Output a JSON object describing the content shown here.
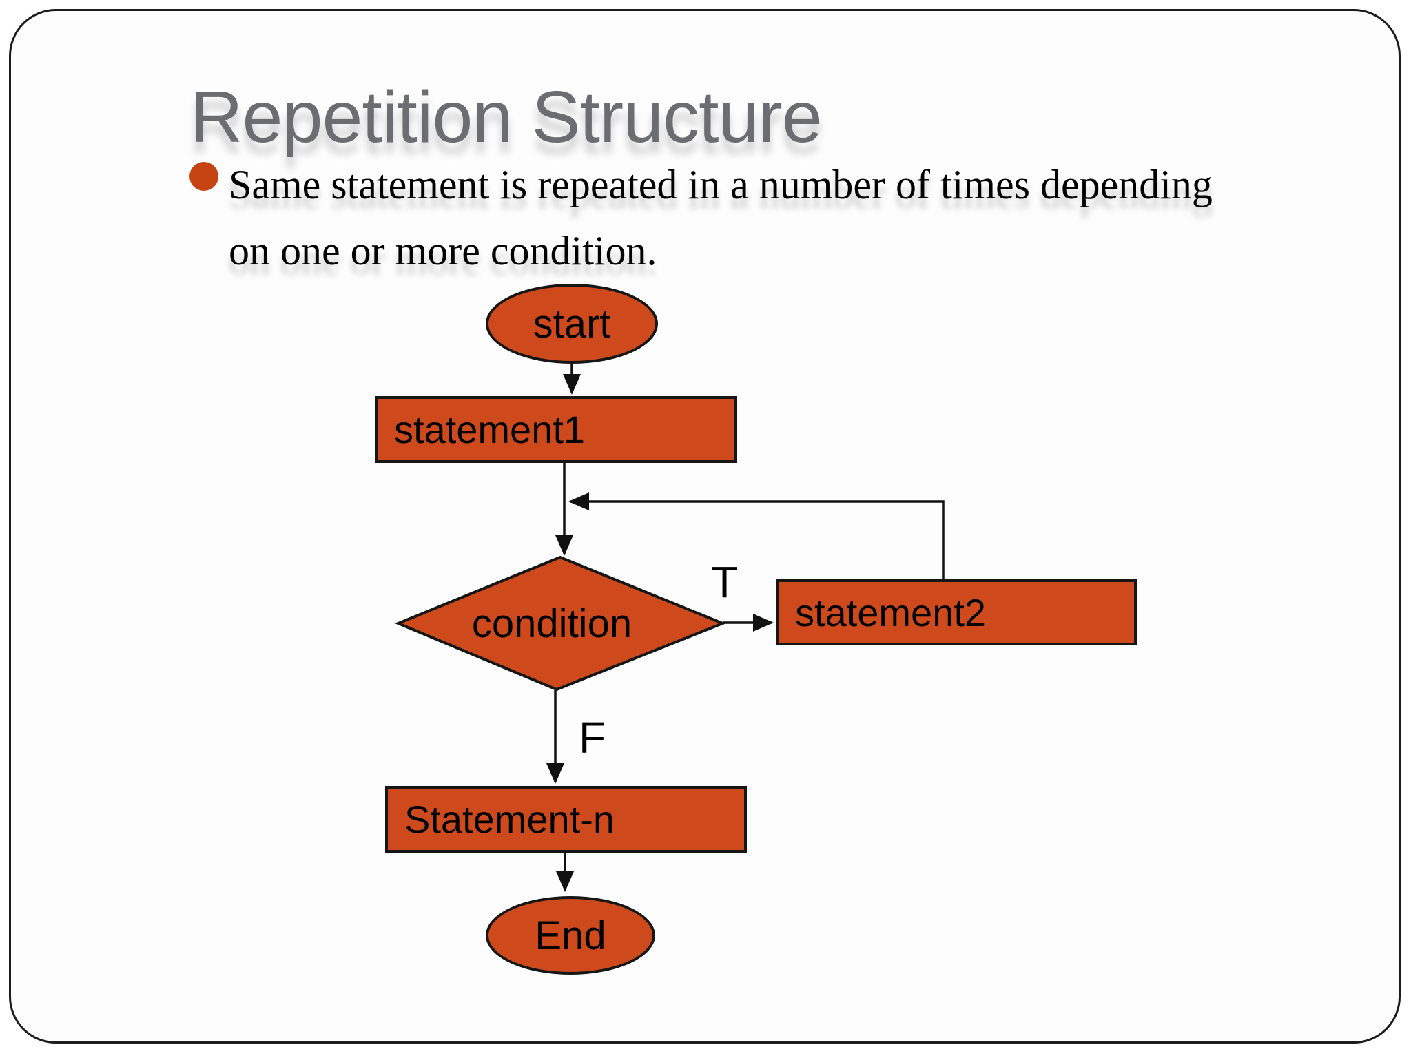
{
  "slide": {
    "title": "Repetition Structure",
    "bullet": {
      "lines": [
        "Same statement is repeated in a number of times depending",
        "on one or more condition."
      ]
    }
  },
  "flowchart": {
    "nodes": {
      "start": "start",
      "statement1": "statement1",
      "condition": "condition",
      "statement2": "statement2",
      "statement_n": "Statement-n",
      "end": "End"
    },
    "branch_labels": {
      "true": "T",
      "false": "F"
    }
  },
  "colors": {
    "shape_fill": "#ce4a1d",
    "shape_border": "#161616",
    "connector": "#111111",
    "title_text": "#6c6d70",
    "bullet_dot": "#c64312",
    "node_text": "#000000",
    "slide_border": "#1c1c1c"
  }
}
